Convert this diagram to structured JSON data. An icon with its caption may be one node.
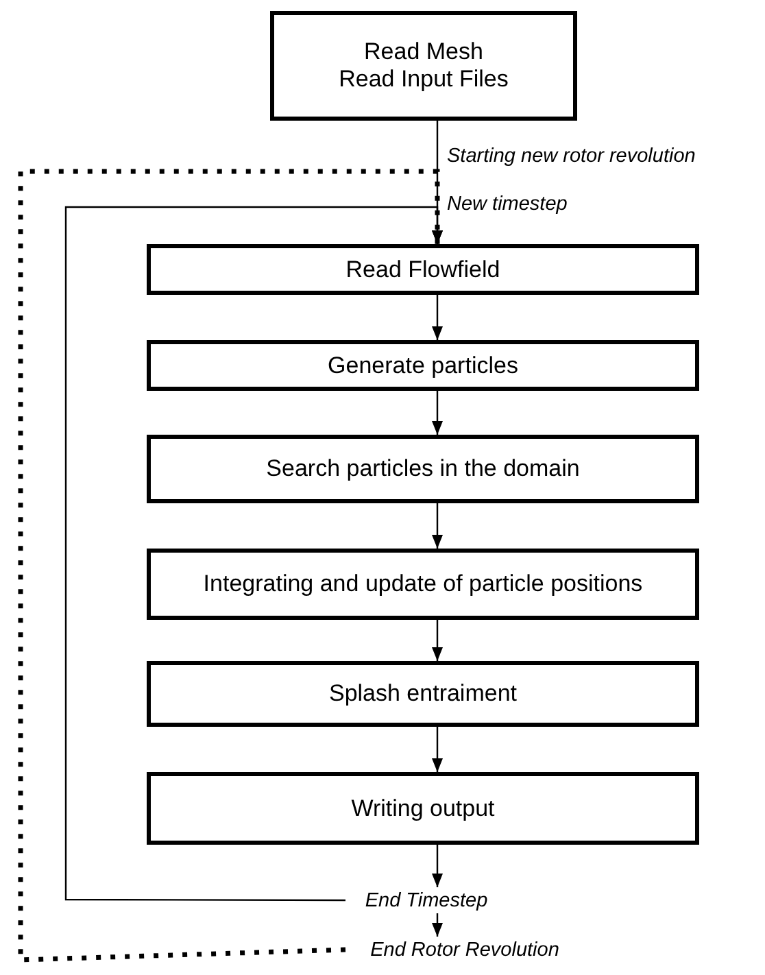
{
  "diagram": {
    "nodes": [
      {
        "text": [
          "Read Mesh",
          "Read Input Files"
        ]
      },
      {
        "text": [
          "Read Flowfield"
        ]
      },
      {
        "text": [
          "Generate particles"
        ]
      },
      {
        "text": [
          "Search particles in the domain"
        ]
      },
      {
        "text": [
          "Integrating and update of particle positions"
        ]
      },
      {
        "text": [
          "Splash entraiment"
        ]
      },
      {
        "text": [
          "Writing output"
        ]
      },
      {
        "text": [
          "End Timestep"
        ]
      },
      {
        "text": [
          "End Rotor Revolution"
        ]
      }
    ],
    "edges": [
      {
        "from": 0,
        "to": 1,
        "arrow": "to"
      },
      {
        "from": 1,
        "to": 2,
        "arrow": "to"
      },
      {
        "from": 2,
        "to": 3,
        "arrow": "to"
      },
      {
        "from": 3,
        "to": 4,
        "arrow": "to"
      },
      {
        "from": 4,
        "to": 5,
        "arrow": "to"
      },
      {
        "from": 5,
        "to": 6,
        "arrow": "to"
      },
      {
        "from": 6,
        "to": 7,
        "arrow": "to"
      },
      {
        "from": 7,
        "to": 8,
        "arrow": "to"
      },
      {
        "from": 7,
        "to": 1,
        "arrow": "to"
      },
      {
        "from": 8,
        "to": 1,
        "arrow": "to",
        "style": "dashed"
      }
    ],
    "labels": [
      "Starting new rotor revolution",
      "New timestep"
    ]
  }
}
